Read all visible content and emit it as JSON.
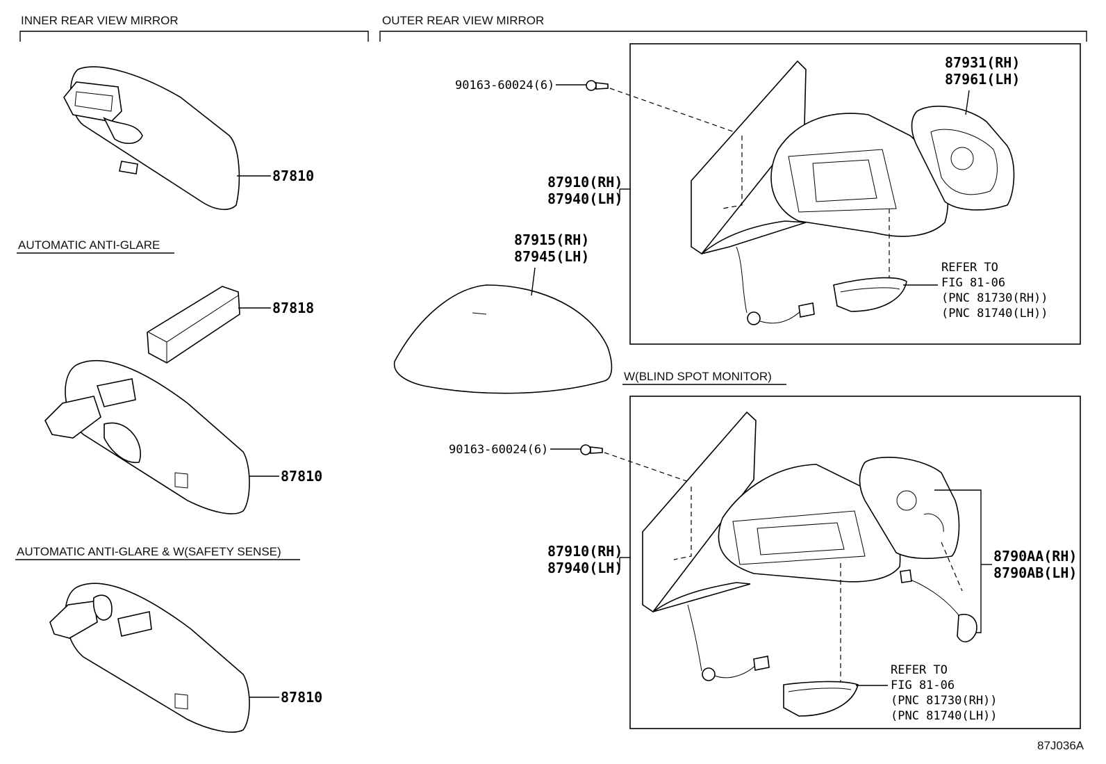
{
  "sections": {
    "inner": "INNER REAR VIEW MIRROR",
    "outer": "OUTER REAR VIEW MIRROR",
    "anti_glare": "AUTOMATIC ANTI-GLARE",
    "anti_glare_safety": "AUTOMATIC ANTI-GLARE & W(SAFETY SENSE)",
    "blind_spot": "W(BLIND SPOT MONITOR)"
  },
  "parts": {
    "inner_mirror_1": "87810",
    "inner_mirror_2": "87810",
    "inner_mirror_3": "87810",
    "cover": "87818",
    "screw_1": "90163-60024(6)",
    "screw_2": "90163-60024(6)",
    "outer_1_rh": "87910(RH)",
    "outer_1_lh": "87940(LH)",
    "outer_2_rh": "87910(RH)",
    "outer_2_lh": "87940(LH)",
    "cap_rh": "87915(RH)",
    "cap_lh": "87945(LH)",
    "glass_rh": "87931(RH)",
    "glass_lh": "87961(LH)",
    "glass_bsm_rh": "8790AA(RH)",
    "glass_bsm_lh": "8790AB(LH)"
  },
  "refer_1": {
    "line1": "REFER TO",
    "line2": "FIG 81-06",
    "line3": "(PNC 81730(RH))",
    "line4": "(PNC 81740(LH))"
  },
  "refer_2": {
    "line1": "REFER TO",
    "line2": "FIG 81-06",
    "line3": "(PNC 81730(RH))",
    "line4": "(PNC 81740(LH))"
  },
  "figure_code": "87J036A"
}
